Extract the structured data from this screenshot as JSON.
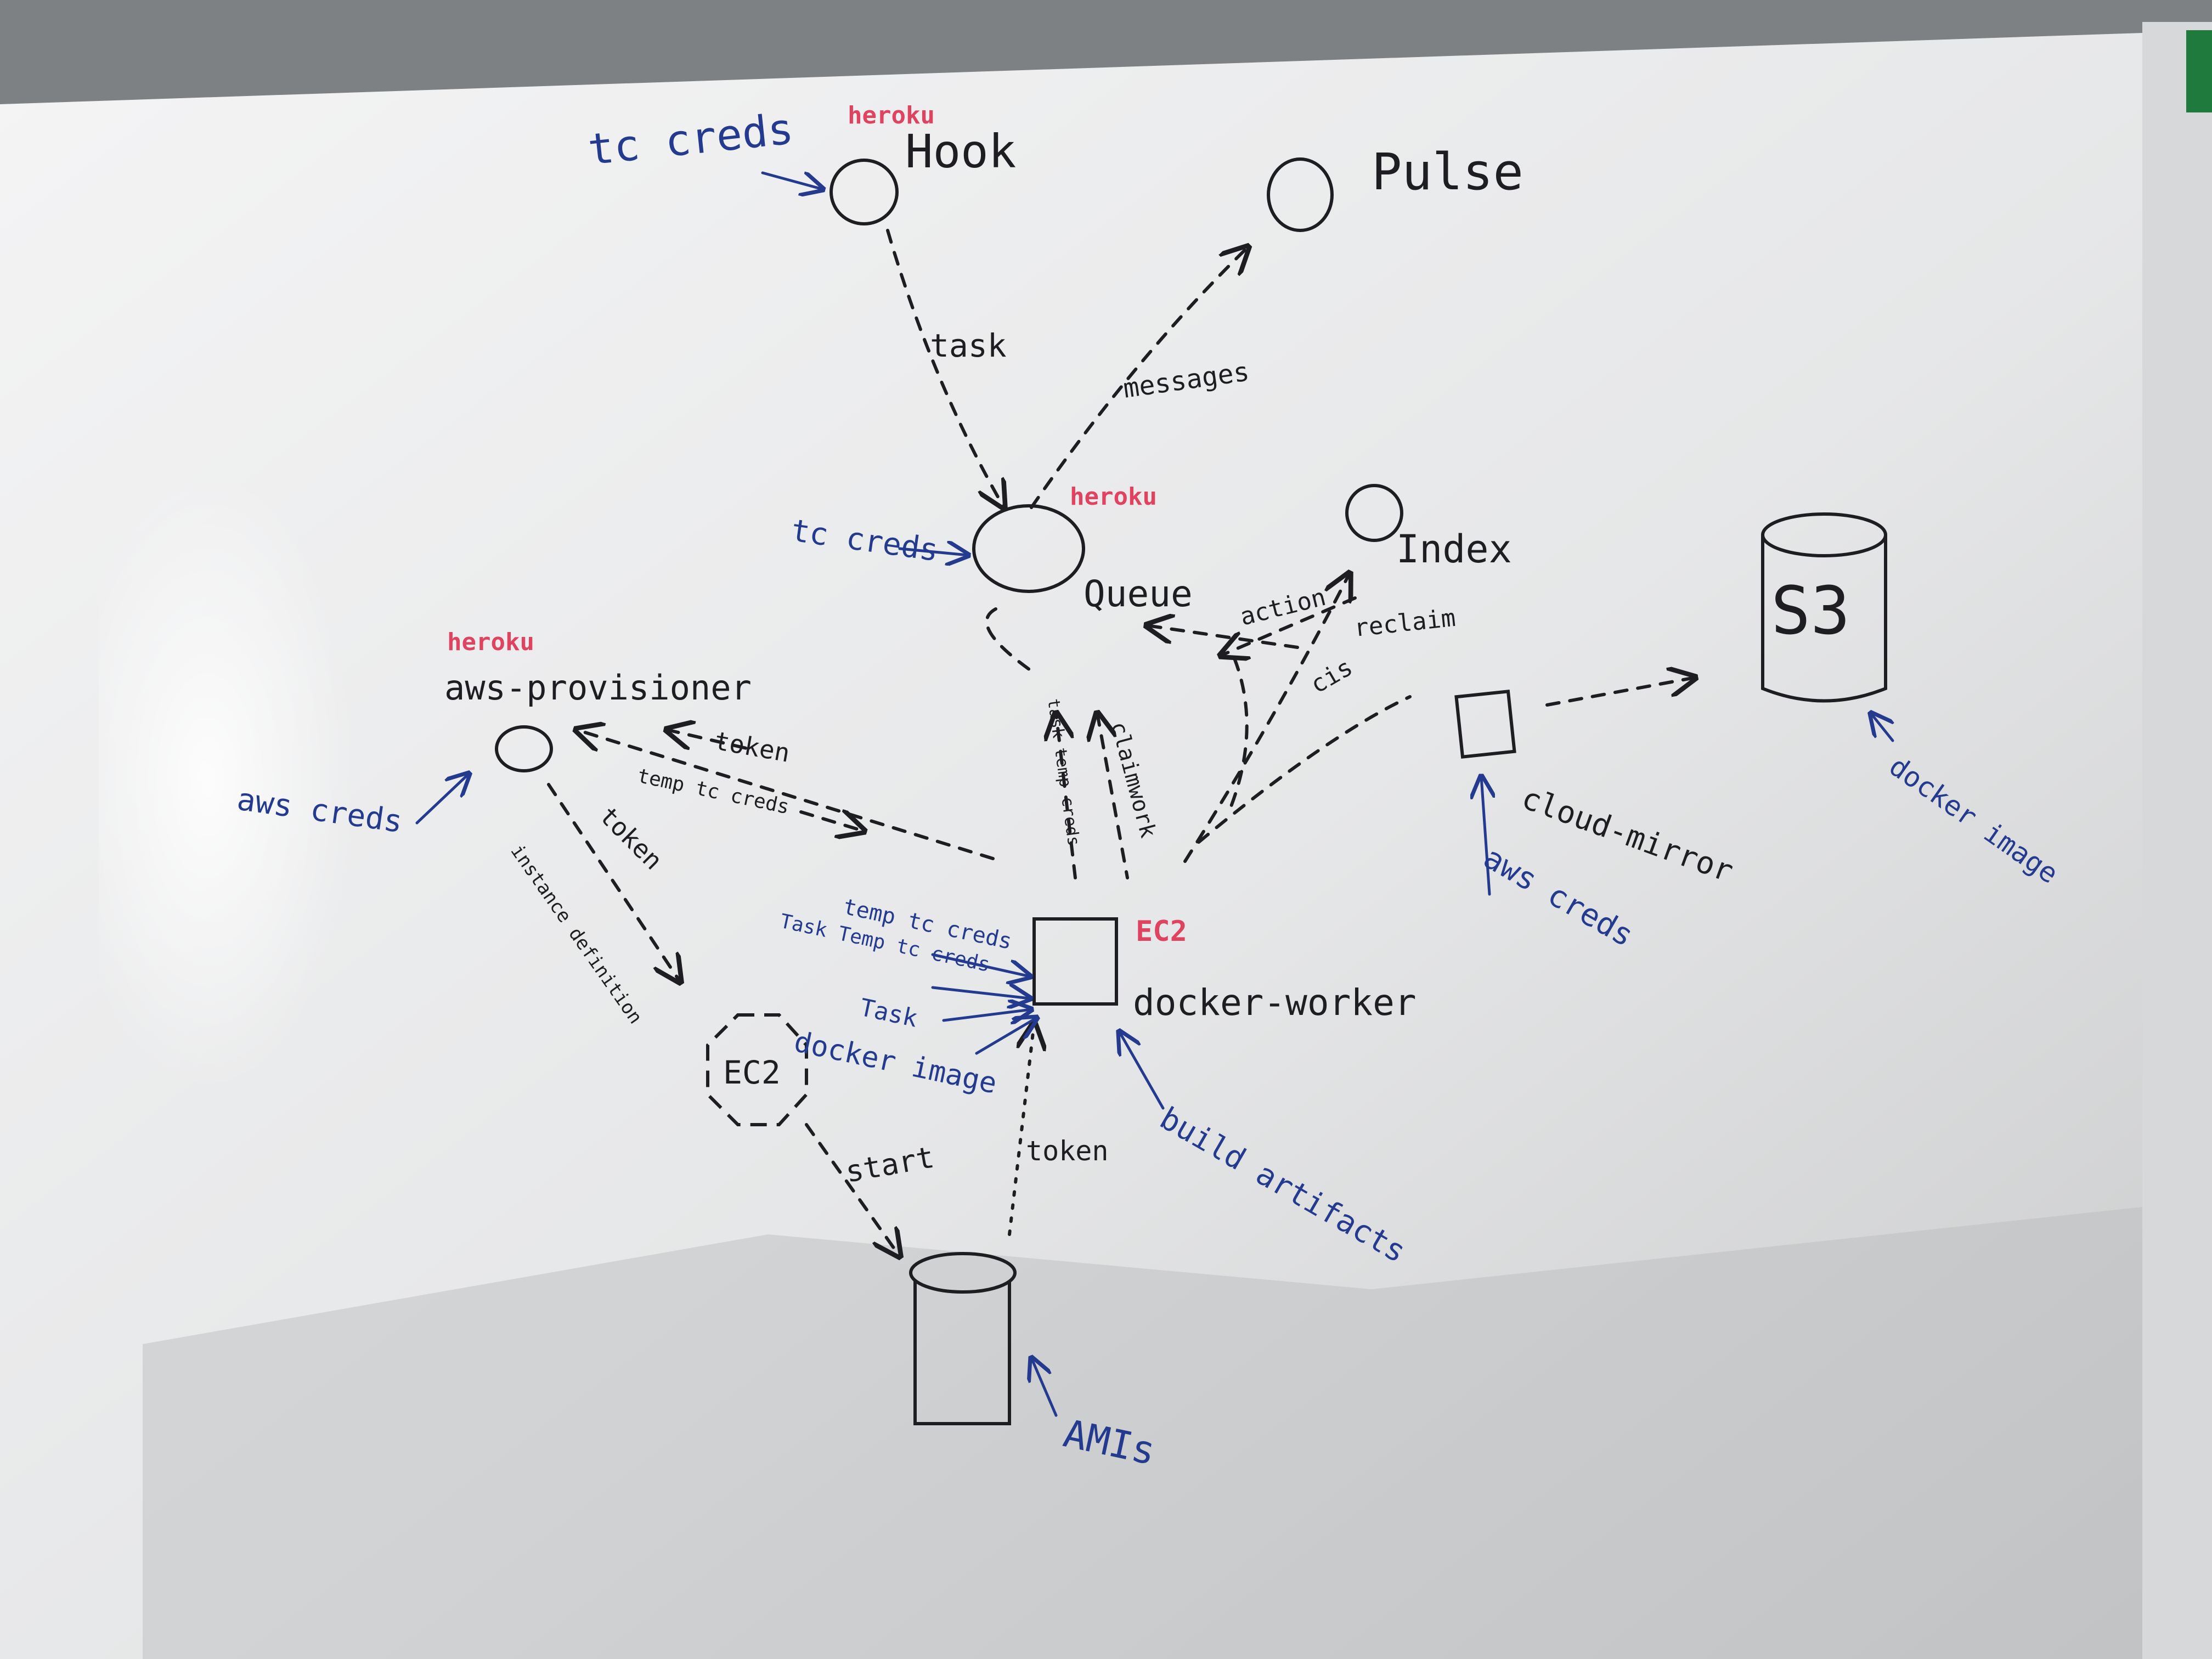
{
  "colors": {
    "board": "#e9eaeb",
    "marker_black": "#1e1e22",
    "marker_blue": "#233a8f",
    "marker_red": "#e0435f",
    "tray_green": "#1f7a3e"
  },
  "nodes": {
    "hook": {
      "name": "Hook",
      "host": "heroku",
      "input": "tc creds"
    },
    "pulse": {
      "name": "Pulse"
    },
    "queue": {
      "name": "Queue",
      "host": "heroku",
      "input": "tc creds"
    },
    "index": {
      "name": "Index"
    },
    "s3": {
      "name": "S3",
      "input": "docker image"
    },
    "aws_provisioner": {
      "name": "aws-provisioner",
      "host": "heroku",
      "input": "aws creds"
    },
    "cloud_mirror": {
      "name": "cloud-mirror",
      "input": "aws creds"
    },
    "docker_worker": {
      "name": "docker-worker",
      "host": "EC2",
      "inputs": [
        "temp tc creds",
        "Task Temp tc creds",
        "Task",
        "docker image"
      ],
      "build_note": "build artifacts"
    },
    "ec2": {
      "name": "EC2"
    },
    "amis": {
      "name": "AMIs"
    }
  },
  "edges": {
    "hook_queue": "task",
    "queue_pulse": "messages",
    "provisioner_token": "token",
    "provisioner_temp_creds": "temp tc creds",
    "provisioner_ec2_token": "token",
    "provisioner_ec2_instance": "instance definition",
    "ec2_start": "start",
    "ami_token": "token",
    "worker_queue_left": "task temp creds",
    "worker_queue_right": "claimwork",
    "index_action": "action",
    "index_reclaim": "reclaim",
    "index_cis": "cis"
  }
}
